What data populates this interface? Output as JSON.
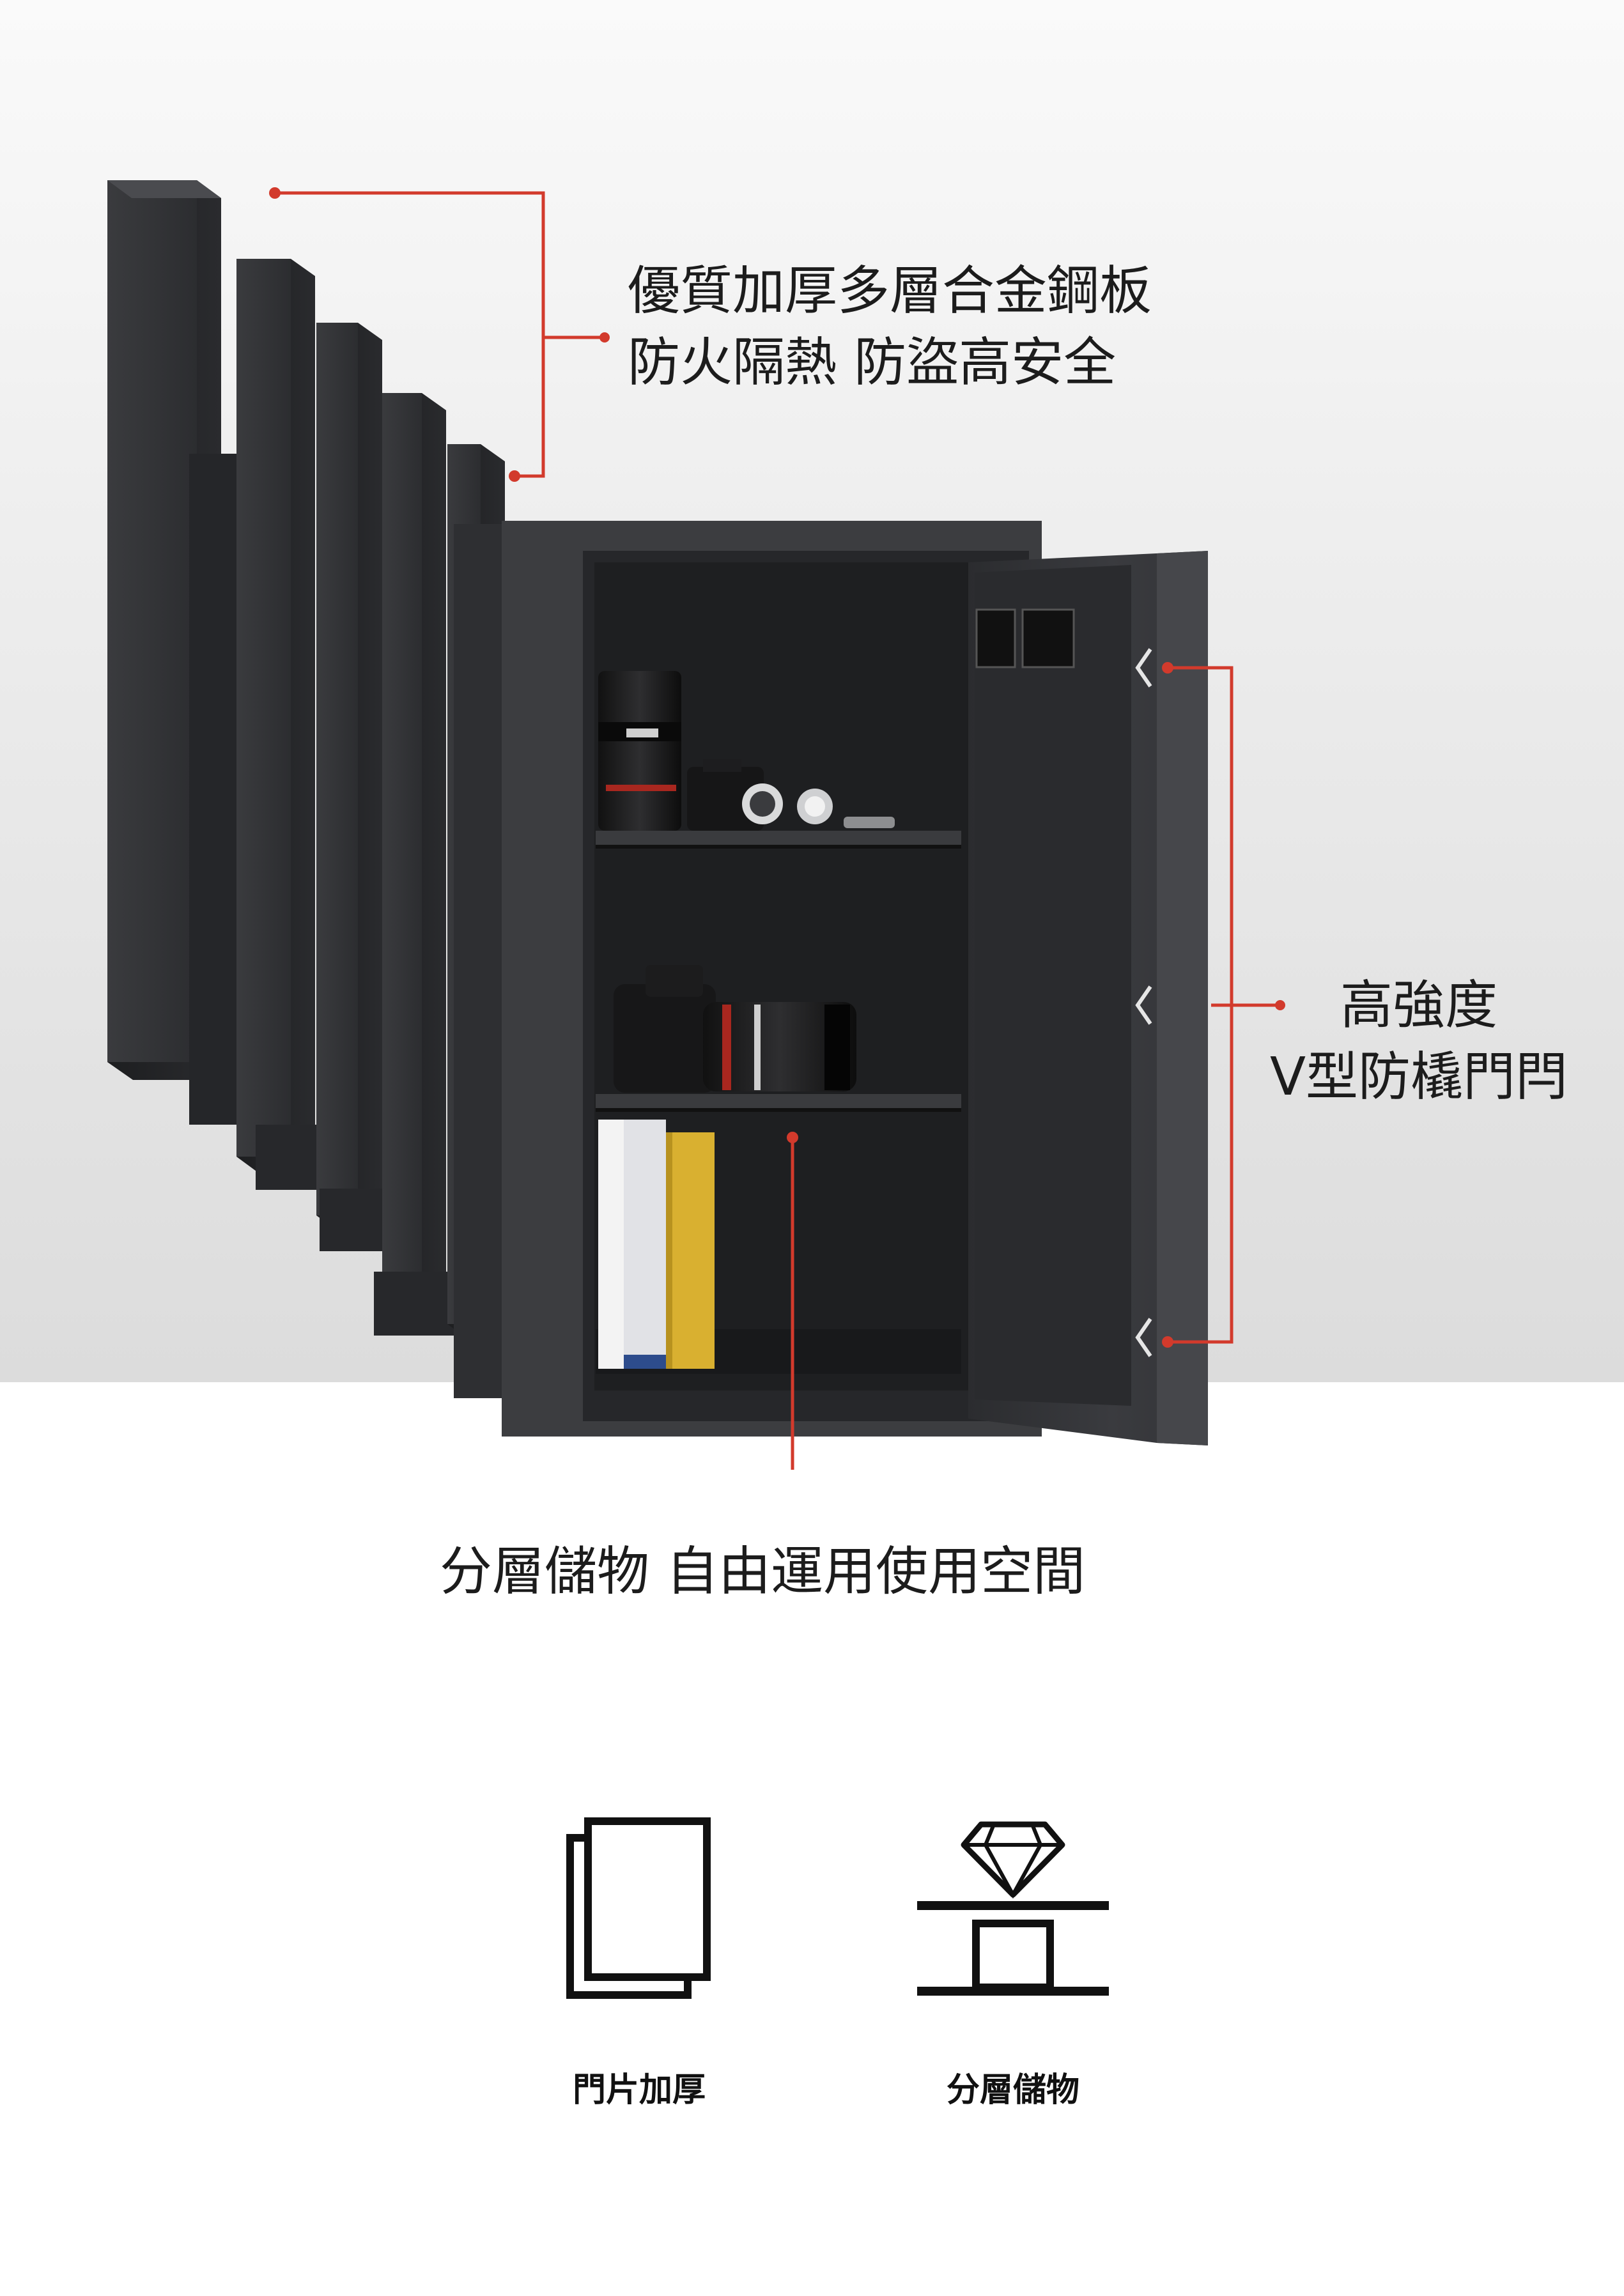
{
  "callouts": {
    "plate": [
      "優質加厚多層合金鋼板",
      "防火隔熱 防盜高安全"
    ],
    "bolt": [
      "高強度",
      "V型防橇門閂"
    ],
    "shelf": "分層儲物 自由運用使用空間"
  },
  "features": [
    {
      "icon": "thick-door-icon",
      "label": "門片加厚"
    },
    {
      "icon": "shelf-diamond-icon",
      "label": "分層儲物"
    }
  ],
  "colors": {
    "accent": "#d23a2c",
    "safe_body": "#3c3d40",
    "interior": "#202123",
    "text": "#1c1c1c"
  }
}
